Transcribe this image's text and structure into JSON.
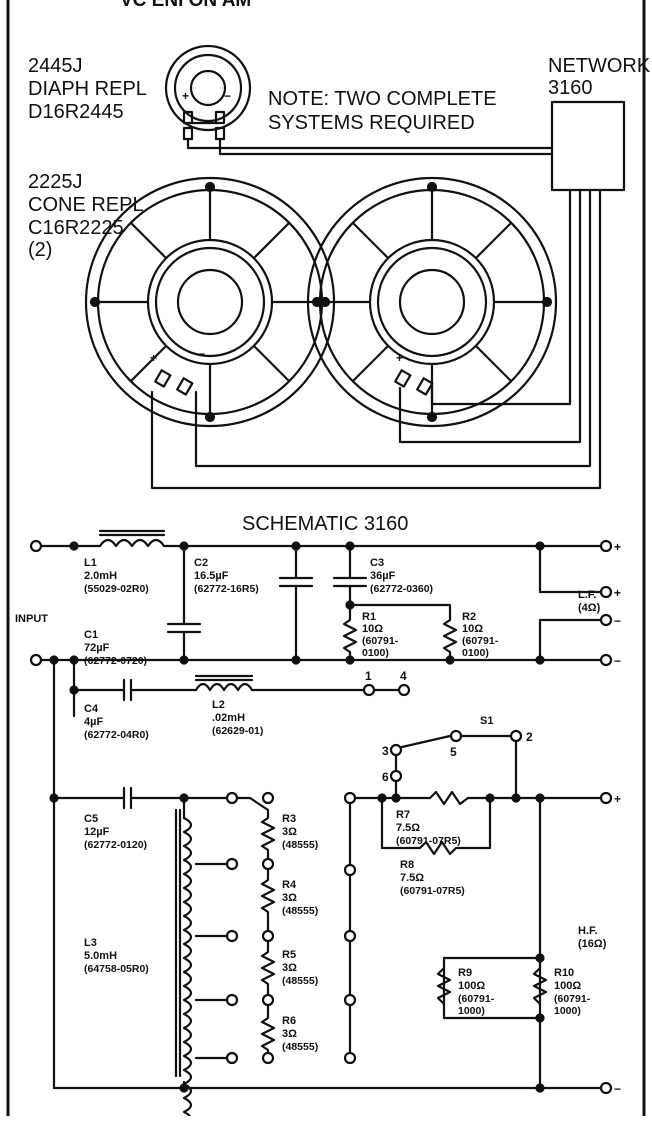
{
  "header": {
    "title_fragment": "VC ENI ON AM"
  },
  "diaphragm": {
    "line1": "2445J",
    "line2": "DIAPH REPL",
    "line3": "D16R2445"
  },
  "network": {
    "line1": "NETWORK",
    "line2": "3160"
  },
  "note": {
    "line1": "NOTE: TWO COMPLETE",
    "line2": "SYSTEMS REQUIRED"
  },
  "cone": {
    "line1": "2225J",
    "line2": "CONE REPL",
    "line3": "C16R2225",
    "line4": "(2)"
  },
  "polarity": {
    "plus": "+",
    "minus": "−"
  },
  "schematic": {
    "title": "SCHEMATIC 3160",
    "input_label": "INPUT",
    "lf_label": "L.F.",
    "lf_imp": "(4Ω)",
    "hf_label": "H.F.",
    "hf_imp": "(16Ω)",
    "switch_label": "S1",
    "switch_pins": [
      "1",
      "2",
      "3",
      "4",
      "5",
      "6"
    ],
    "components": {
      "L1": {
        "name": "L1",
        "value": "2.0mH",
        "part": "(55029-02R0)"
      },
      "C1": {
        "name": "C1",
        "value": "72µF",
        "part": "(62772-0720)"
      },
      "C2": {
        "name": "C2",
        "value": "16.5µF",
        "part": "(62772-16R5)"
      },
      "C3": {
        "name": "C3",
        "value": "36µF",
        "part": "(62772-0360)"
      },
      "R1": {
        "name": "R1",
        "value": "10Ω",
        "part1": "(60791-",
        "part2": "0100)"
      },
      "R2": {
        "name": "R2",
        "value": "10Ω",
        "part1": "(60791-",
        "part2": "0100)"
      },
      "C4": {
        "name": "C4",
        "value": "4µF",
        "part": "(62772-04R0)"
      },
      "L2": {
        "name": "L2",
        "value": ".02mH",
        "part": "(62629-01)"
      },
      "C5": {
        "name": "C5",
        "value": "12µF",
        "part": "(62772-0120)"
      },
      "L3": {
        "name": "L3",
        "value": "5.0mH",
        "part": "(64758-05R0)"
      },
      "R3": {
        "name": "R3",
        "value": "3Ω",
        "part": "(48555)"
      },
      "R4": {
        "name": "R4",
        "value": "3Ω",
        "part": "(48555)"
      },
      "R5": {
        "name": "R5",
        "value": "3Ω",
        "part": "(48555)"
      },
      "R6": {
        "name": "R6",
        "value": "3Ω",
        "part": "(48555)"
      },
      "R7": {
        "name": "R7",
        "value": "7.5Ω",
        "part": "(60791-07R5)"
      },
      "R8": {
        "name": "R8",
        "value": "7.5Ω",
        "part": "(60791-07R5)"
      },
      "R9": {
        "name": "R9",
        "value": "100Ω",
        "part1": "(60791-",
        "part2": "1000)"
      },
      "R10": {
        "name": "R10",
        "value": "100Ω",
        "part1": "(60791-",
        "part2": "1000)"
      }
    },
    "terminals": {
      "plus": "+",
      "minus": "−"
    }
  }
}
